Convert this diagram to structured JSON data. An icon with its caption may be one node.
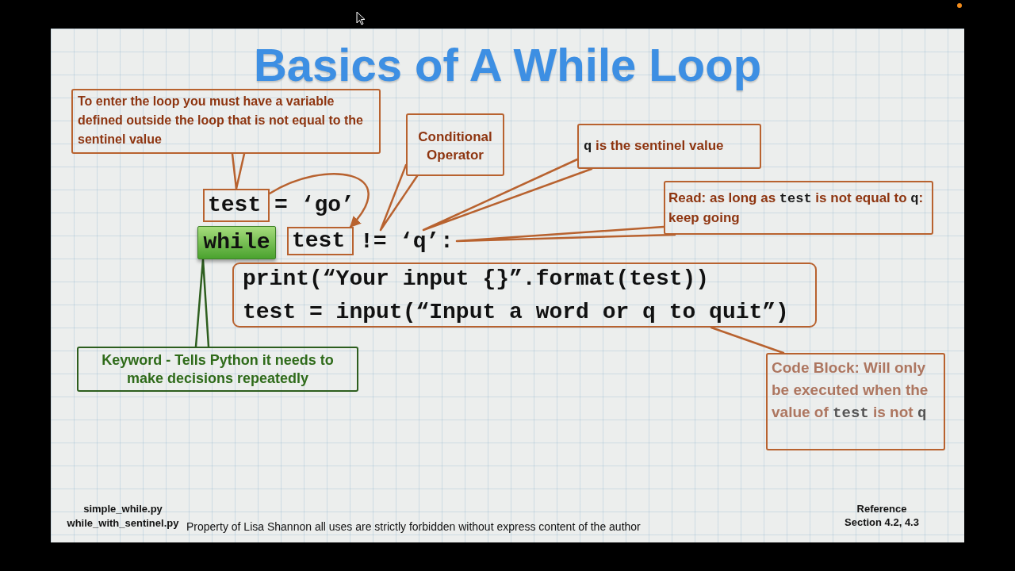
{
  "diagram": {
    "title": "Basics of A While Loop",
    "nodes": [
      {
        "text": [
          "To enter the loop you must have a variable defined outside the loop that is not equal to the sentinel value"
        ]
      },
      {
        "text": [
          "Conditional Operator"
        ]
      },
      {
        "text": [
          "**q** is the sentinel value"
        ]
      },
      {
        "text": [
          "Read: as long as **test** is not equal to **q**: keep going"
        ]
      },
      {
        "text": [
          "test"
        ]
      },
      {
        "text": [
          "while"
        ]
      },
      {
        "text": [
          "test"
        ]
      },
      {
        "text": [
          "!="
        ]
      },
      {
        "text": [
          "‘q’"
        ]
      },
      {
        "text": [
          "print(“Your input {}”.format(test))",
          "test = input(“Input a word or q to quit”)"
        ]
      },
      {
        "text": [
          "Keyword - Tells Python it needs to make decisions repeatedly"
        ]
      },
      {
        "text": [
          "Code Block: Will only be executed when the value of **test** is not **q**"
        ]
      }
    ],
    "edges": [
      {
        "from": 0,
        "to": 4,
        "arrow": "none"
      },
      {
        "from": 4,
        "to": 6,
        "arrow": "to"
      },
      {
        "from": 1,
        "to": 7,
        "arrow": "none"
      },
      {
        "from": 2,
        "to": 8,
        "arrow": "none"
      },
      {
        "from": 3,
        "to": null,
        "arrow": "none"
      },
      {
        "from": 10,
        "to": 5,
        "arrow": "none",
        "color": "#2d5e1e"
      },
      {
        "from": 11,
        "to": 9,
        "arrow": "none"
      }
    ],
    "labels": [
      "= ‘go’",
      ":",
      "simple_while.py",
      "while_with_sentinel.py",
      "Property of Lisa Shannon all uses are strictly forbidden without express content of the author",
      "Reference",
      "Section 4.2, 4.3"
    ]
  }
}
